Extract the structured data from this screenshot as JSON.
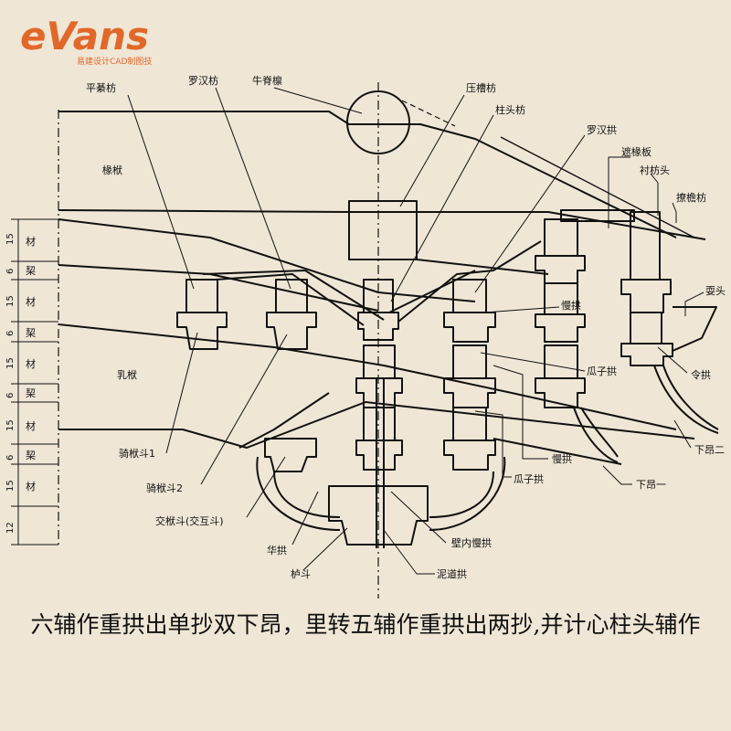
{
  "logo": {
    "text": "eVans",
    "subtitle": "易建设计CAD制图技",
    "color": "#e2682a"
  },
  "caption": "六辅作重拱出单抄双下昂，里转五辅作重拱出两抄,并计心柱头辅作",
  "labels": {
    "pingqifang": "平綦枋",
    "luohanfang_left": "罗汉枋",
    "niujilin": "牛脊檩",
    "yacaofang": "压槽枋",
    "zhutoufang": "柱头枋",
    "luohanfang_right": "罗汉拱",
    "zheyuanban": "遮椽板",
    "chenfangtou": "衬枋头",
    "liaoyanfang": "撩檐枋",
    "chuanfu": "椽栿",
    "rufu": "乳栿",
    "shuatou": "耍头",
    "mangong": "慢拱",
    "guazigong_upper": "瓜子拱",
    "linggong": "令拱",
    "xiaang_er": "下昂二",
    "mangong_lower": "慢拱",
    "guazigong_lower": "瓜子拱",
    "xiaang_yi": "下昂一",
    "qifudou_1": "骑栿斗1",
    "qifudou_2": "骑栿斗2",
    "jiaofudou": "交栿斗(交互斗)",
    "huagong": "华拱",
    "ludou": "栌斗",
    "bineimangong": "壁内慢拱",
    "nidaogong": "泥道拱"
  },
  "scale": {
    "segments": [
      {
        "num": "15",
        "unit": "材"
      },
      {
        "num": "6",
        "unit": "栔"
      },
      {
        "num": "15",
        "unit": "材"
      },
      {
        "num": "6",
        "unit": "栔"
      },
      {
        "num": "15",
        "unit": "材"
      },
      {
        "num": "6",
        "unit": "栔"
      },
      {
        "num": "15",
        "unit": "材"
      },
      {
        "num": "6",
        "unit": "栔"
      },
      {
        "num": "15",
        "unit": "材"
      },
      {
        "num": "12",
        "unit": ""
      }
    ]
  }
}
